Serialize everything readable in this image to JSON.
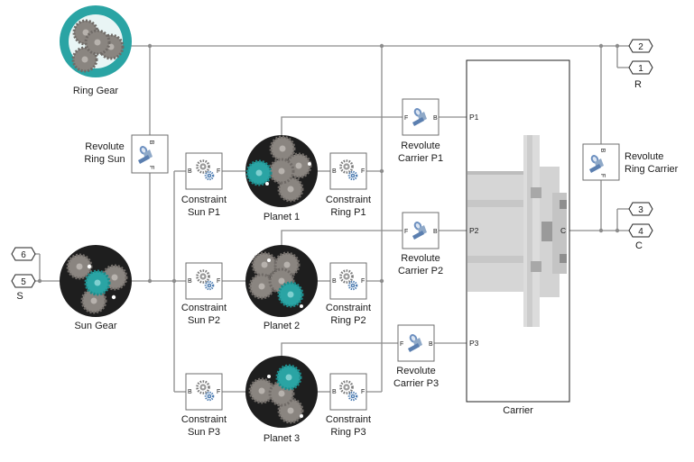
{
  "blocks": {
    "ring_gear": {
      "label": "Ring Gear"
    },
    "sun_gear": {
      "label": "Sun Gear"
    },
    "planet1": {
      "label": "Planet 1"
    },
    "planet2": {
      "label": "Planet 2"
    },
    "planet3": {
      "label": "Planet 3"
    },
    "revolute_ring_sun": {
      "line1": "Revolute",
      "line2": "Ring Sun"
    },
    "constraint_sun_p1": {
      "line1": "Constraint",
      "line2": "Sun P1"
    },
    "constraint_sun_p2": {
      "line1": "Constraint",
      "line2": "Sun P2"
    },
    "constraint_sun_p3": {
      "line1": "Constraint",
      "line2": "Sun P3"
    },
    "constraint_ring_p1": {
      "line1": "Constraint",
      "line2": "Ring P1"
    },
    "constraint_ring_p2": {
      "line1": "Constraint",
      "line2": "Ring P2"
    },
    "constraint_ring_p3": {
      "line1": "Constraint",
      "line2": "Ring P3"
    },
    "revolute_carrier_p1": {
      "line1": "Revolute",
      "line2": "Carrier P1"
    },
    "revolute_carrier_p2": {
      "line1": "Revolute",
      "line2": "Carrier P2"
    },
    "revolute_carrier_p3": {
      "line1": "Revolute",
      "line2": "Carrier P3"
    },
    "revolute_ring_carrier": {
      "line1": "Revolute",
      "line2": "Ring Carrier"
    },
    "carrier": {
      "label": "Carrier",
      "port_p1": "P1",
      "port_p2": "P2",
      "port_p3": "P3",
      "port_c": "C"
    }
  },
  "port_letters": {
    "base": "B",
    "follower": "F"
  },
  "connection_ports": [
    {
      "number": "2"
    },
    {
      "number": "1"
    },
    {
      "number": "3"
    },
    {
      "number": "4"
    },
    {
      "number": "6"
    },
    {
      "number": "5"
    }
  ],
  "group_labels": {
    "ring": "R",
    "carrier": "C",
    "sun": "S"
  },
  "colors": {
    "teal_gear": "#2aa4a4",
    "gray_gear": "#8a8580",
    "wire": "#8c8c8c",
    "joint_blue": "#4a7ab0"
  }
}
